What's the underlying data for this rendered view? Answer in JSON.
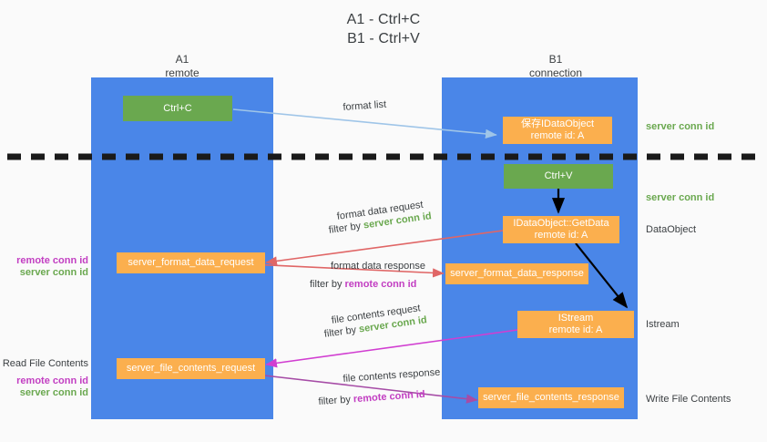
{
  "title": {
    "line1": "A1 - Ctrl+C",
    "line2": "B1 - Ctrl+V"
  },
  "lanes": [
    {
      "id": "a1",
      "name": "A1",
      "sub": "remote",
      "color": "#4a86e8"
    },
    {
      "id": "b1",
      "name": "B1",
      "sub": "connection",
      "color": "#4a86e8"
    }
  ],
  "nodes": {
    "ctrl_c": {
      "label": "Ctrl+C",
      "color": "#6aa84f"
    },
    "saved_dataobject": {
      "line1": "保存IDataObject",
      "line2": "remote id: A",
      "color": "#fbaf4e"
    },
    "ctrl_v": {
      "label": "Ctrl+V",
      "color": "#6aa84f"
    },
    "getdata": {
      "line1": "IDataObject::GetData",
      "line2": "remote id: A",
      "color": "#fbaf4e"
    },
    "istream": {
      "line1": "IStream",
      "line2": "remote id: A",
      "color": "#fbaf4e"
    },
    "server_format_data_request": {
      "label": "server_format_data_request",
      "color": "#fbaf4e"
    },
    "server_format_data_response": {
      "label": "server_format_data_response",
      "color": "#fbaf4e"
    },
    "server_file_contents_request": {
      "label": "server_file_contents_request",
      "color": "#fbaf4e"
    },
    "server_file_contents_response": {
      "label": "server_file_contents_response",
      "color": "#fbaf4e"
    }
  },
  "edge_labels": {
    "format_list": "format list",
    "format_data_request": "format data request",
    "format_data_request_filter_prefix": "filter by ",
    "format_data_request_filter_value": "server conn id",
    "format_data_response": "format data response",
    "format_data_response_filter_prefix": "filter by ",
    "format_data_response_filter_value": "remote conn id",
    "file_contents_request": "file contents request",
    "file_contents_request_filter_prefix": "filter by ",
    "file_contents_request_filter_value": "server conn id",
    "file_contents_response": "file contents response",
    "file_contents_response_filter_prefix": "filter by ",
    "file_contents_response_filter_value": "remote conn id"
  },
  "right_annotations": {
    "server_conn_id_top": "server conn id",
    "server_conn_id_mid": "server conn id",
    "dataobject": "DataObject",
    "istream": "Istream",
    "write_file_contents": "Write File Contents"
  },
  "left_annotations": {
    "remote_conn_id_1": "remote conn id",
    "server_conn_id_1": "server conn id",
    "read_file_contents": "Read File Contents",
    "remote_conn_id_2": "remote conn id",
    "server_conn_id_2": "server conn id"
  },
  "colors": {
    "lane": "#4a86e8",
    "green": "#6aa84f",
    "orange": "#fbaf4e",
    "text": "#3c4043",
    "purple": "#c23ec2",
    "arrow_blue": "#9fc5e8",
    "arrow_red": "#e06666",
    "arrow_magenta": "#d13ed1",
    "arrow_purple": "#a64ca6",
    "arrow_black": "#000000",
    "divider": "#1a1a1a"
  }
}
